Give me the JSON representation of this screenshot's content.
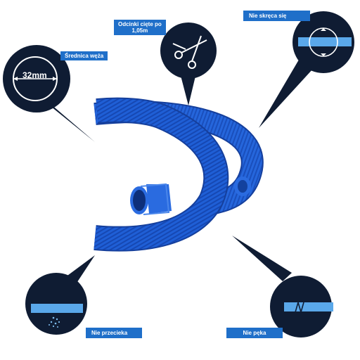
{
  "features": {
    "diameter": {
      "label": "Średnica węża",
      "value": "32mm"
    },
    "cut_segments": {
      "label_line1": "Odcinki cięte po",
      "label_line2": "1,05m"
    },
    "no_twist": {
      "label": "Nie skręca się"
    },
    "no_leak": {
      "label": "Nie przecieka"
    },
    "no_crack": {
      "label": "Nie pęka"
    }
  },
  "colors": {
    "hose_blue": "#1f5fd6",
    "label_blue": "#1f6fc9",
    "callout_dark": "#0f1c33",
    "pipe_light": "#5aa8ea"
  },
  "icons": [
    "diameter-icon",
    "scissors-icon",
    "no-twist-icon",
    "no-leak-icon",
    "no-crack-icon"
  ]
}
